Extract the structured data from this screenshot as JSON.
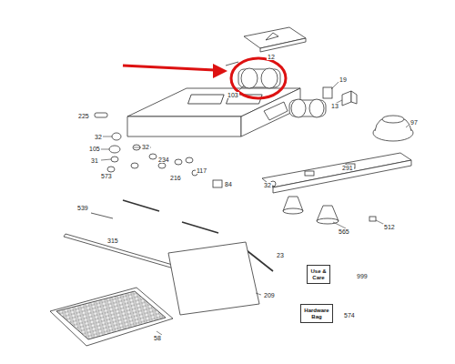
{
  "diagram": {
    "nodes": [
      {
        "text": [
          "Use & Care"
        ]
      },
      {
        "text": [
          "Hardware Bag"
        ]
      }
    ],
    "labels": [
      "12",
      "19",
      "103",
      "13",
      "97",
      "225",
      "32",
      "105",
      "32",
      "31",
      "234",
      "117",
      "573",
      "216",
      "291",
      "84",
      "32",
      "539",
      "512",
      "565",
      "315",
      "23",
      "999",
      "209",
      "574",
      "58"
    ]
  }
}
